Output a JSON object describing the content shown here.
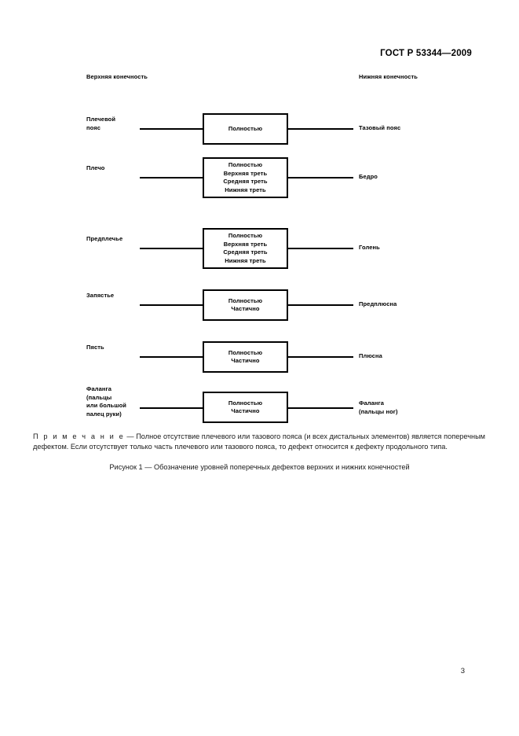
{
  "header": {
    "standard_number": "ГОСТ Р 53344—2009"
  },
  "figure": {
    "column_headings": {
      "left": "Верхняя конечность",
      "right": "Нижняя конечность"
    },
    "rows": [
      {
        "left_label": "Плечевой\nпояс",
        "box_lines": [
          "Полностью"
        ],
        "right_label": "Тазовый пояс"
      },
      {
        "left_label": "Плечо",
        "box_lines": [
          "Полностью",
          "Верхняя треть",
          "Средняя треть",
          "Нижняя треть"
        ],
        "right_label": "Бедро"
      },
      {
        "left_label": "Предплечье",
        "box_lines": [
          "Полностью",
          "Верхняя треть",
          "Средняя треть",
          "Нижняя треть"
        ],
        "right_label": "Голень"
      },
      {
        "left_label": "Запястье",
        "box_lines": [
          "Полностью",
          "Частично"
        ],
        "right_label": "Предплюсна"
      },
      {
        "left_label": "Пясть",
        "box_lines": [
          "Полностью",
          "Частично"
        ],
        "right_label": "Плюсна"
      },
      {
        "left_label": "Фаланга\n(пальцы\nили большой\nпалец руки)",
        "box_lines": [
          "Полностью",
          "Частично"
        ],
        "right_label": "Фаланга\n(пальцы ног)"
      }
    ]
  },
  "note": {
    "word": "П р и м е ч а н и е",
    "text": " — Полное отсутствие плечевого или тазового пояса (и всех дистальных элементов) является поперечным дефектом. Если отсутствует только часть плечевого или тазового пояса, то дефект относится к дефекту продольного типа."
  },
  "caption": "Рисунок 1 — Обозначение уровней поперечных дефектов верхних и нижних конечностей",
  "page_number": "3"
}
